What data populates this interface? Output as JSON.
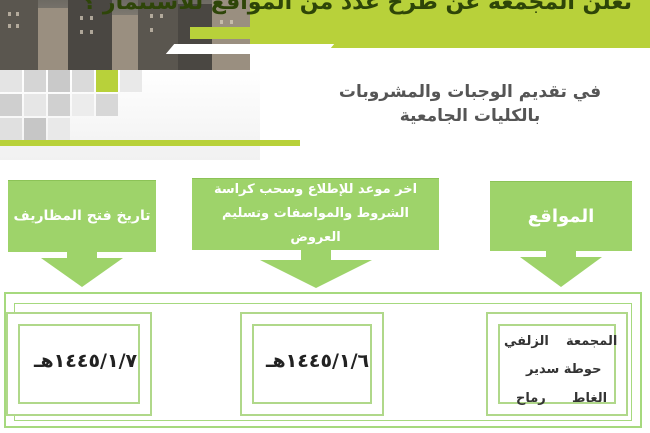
{
  "header": {
    "title": "تعلن المجمعة عن طرح عدد من المواقع للاستثمار ؟"
  },
  "subtitle": {
    "line1": "في تقديم الوجبات والمشروبات",
    "line2": "بالكليات الجامعية"
  },
  "columns": [
    {
      "header": "المواقع"
    },
    {
      "header": "اخر موعد للإطلاع وسحب كراسة الشروط والمواصفات وتسليم العروض"
    },
    {
      "header": "تاريخ فتح المظاريف"
    }
  ],
  "values": {
    "locations": [
      "المجمعة",
      "الزلفي",
      "حوطة سدير",
      "الغاط",
      "رماح"
    ],
    "submission_date": "١٤٤٥/١/٦هـ",
    "opening_date": "١٤٤٥/١/٧هـ"
  },
  "colors": {
    "lime": "#b8d13a",
    "green_box": "#9ed36a",
    "frame": "#a6d97e"
  }
}
